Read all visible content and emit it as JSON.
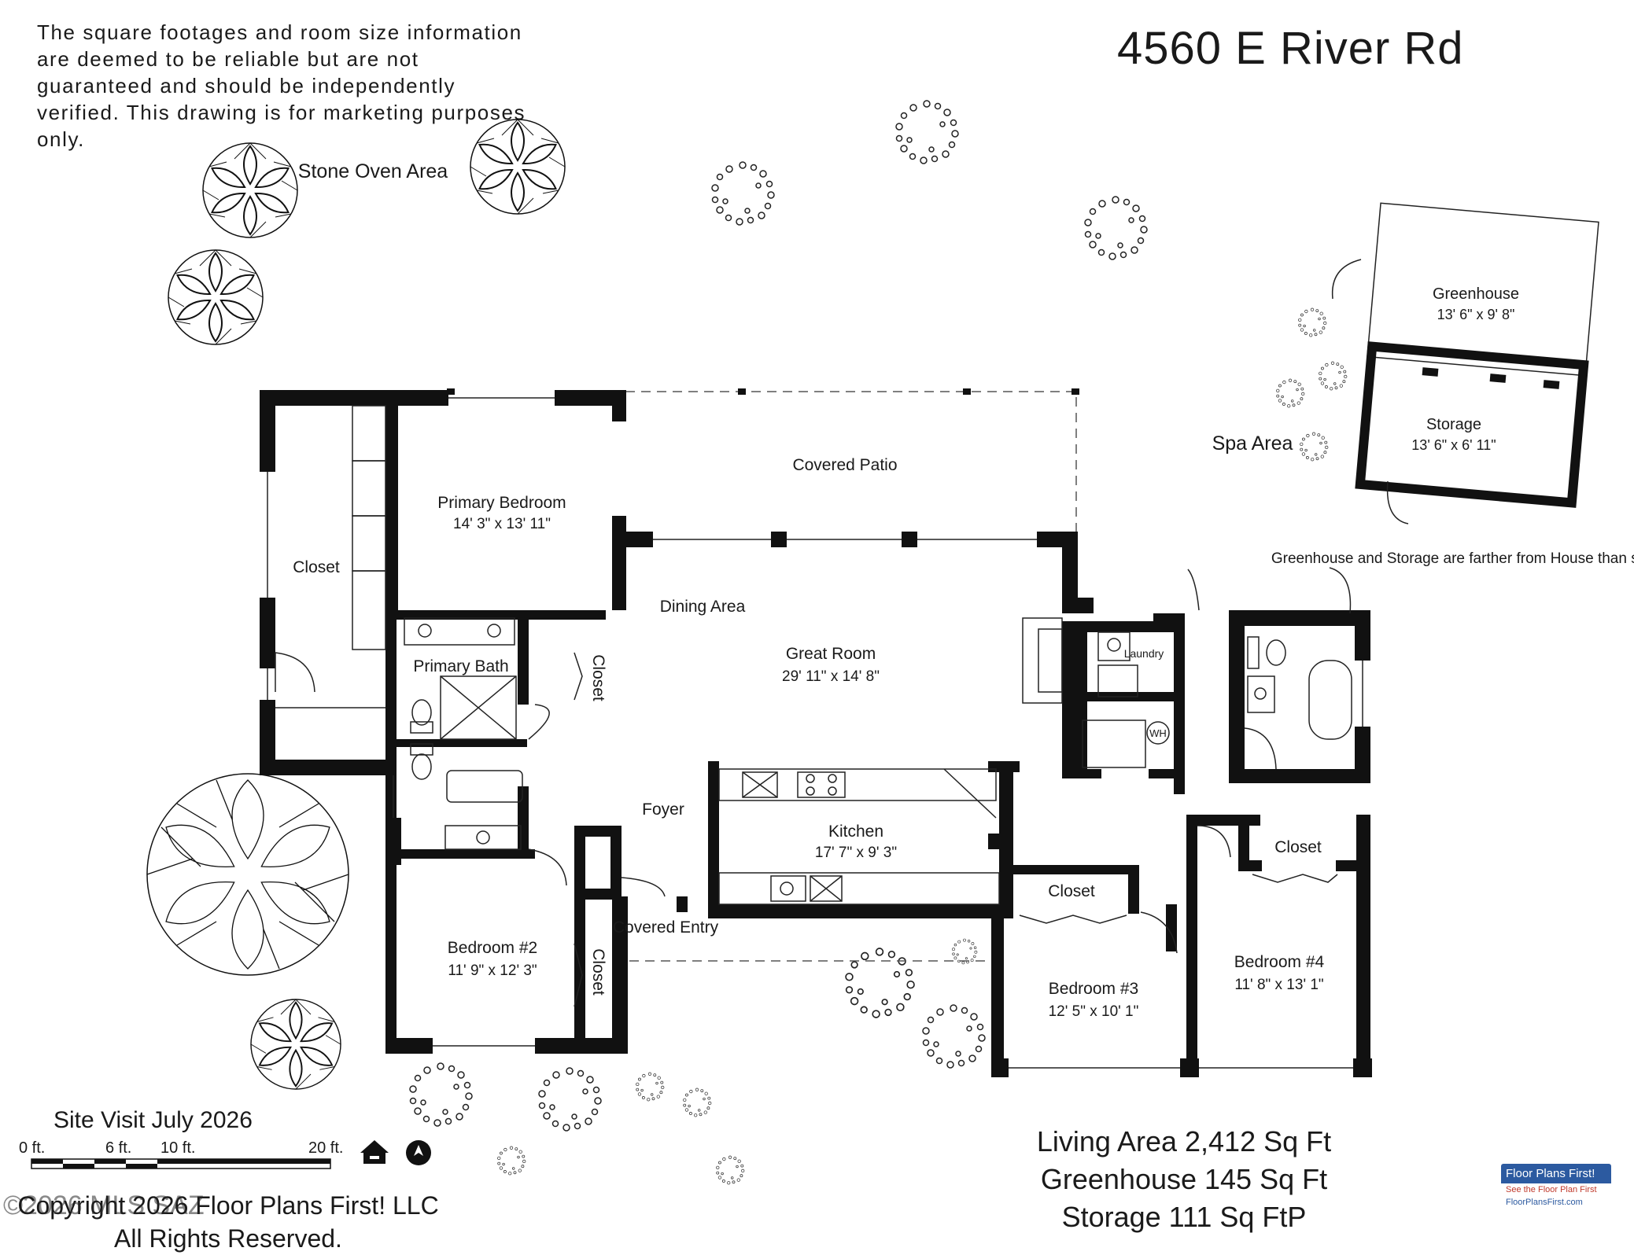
{
  "header": {
    "address": "4560 E River Rd",
    "disclaimer": "The square footages and room size information are deemed to be reliable but are not guaranteed and should be independently verified. This drawing is for marketing purposes only."
  },
  "rooms": {
    "primary_bedroom": {
      "name": "Primary Bedroom",
      "size": "14' 3\" x 13' 11\""
    },
    "covered_patio": {
      "name": "Covered Patio"
    },
    "closet_left": {
      "name": "Closet"
    },
    "primary_bath": {
      "name": "Primary Bath"
    },
    "closet_bath": {
      "name": "Closet"
    },
    "dining_area": {
      "name": "Dining Area"
    },
    "great_room": {
      "name": "Great Room",
      "size": "29' 11\" x 14' 8\""
    },
    "laundry": {
      "name": "Laundry"
    },
    "water_heater": {
      "name": "WH"
    },
    "foyer": {
      "name": "Foyer"
    },
    "kitchen": {
      "name": "Kitchen",
      "size": "17' 7\" x 9' 3\""
    },
    "covered_entry": {
      "name": "Covered Entry"
    },
    "bedroom2": {
      "name": "Bedroom #2",
      "size": "11' 9\" x 12' 3\""
    },
    "closet_b2": {
      "name": "Closet"
    },
    "bedroom3": {
      "name": "Bedroom #3",
      "size": "12' 5\" x 10' 1\""
    },
    "closet_b3": {
      "name": "Closet"
    },
    "bedroom4": {
      "name": "Bedroom #4",
      "size": "11' 8\" x 13' 1\""
    },
    "closet_b4": {
      "name": "Closet"
    },
    "greenhouse": {
      "name": "Greenhouse",
      "size": "13' 6\" x 9' 8\""
    },
    "storage": {
      "name": "Storage",
      "size": "13' 6\" x 6' 11\""
    }
  },
  "outdoor": {
    "stone_oven": "Stone Oven Area",
    "spa": "Spa Area",
    "note": "Greenhouse and Storage are farther from House than shown"
  },
  "legend": {
    "site_visit": "Site Visit July 2026",
    "scale_labels": [
      "0 ft.",
      "6 ft.",
      "10 ft.",
      "20 ft."
    ]
  },
  "areas": [
    "Living Area 2,412 Sq Ft",
    "Greenhouse 145 Sq Ft",
    "Storage 111 Sq FtP"
  ],
  "footer": {
    "copyright": "Copyright 2026 Floor Plans First! LLC",
    "rights": "All Rights Reserved.",
    "watermark": "©2026 MLS SAZ"
  },
  "logo": {
    "brand": "Floor Plans First!",
    "tagline": "See the Floor Plan First",
    "url": "FloorPlansFirst.com"
  },
  "colors": {
    "wall": "#111111",
    "line": "#333333"
  }
}
